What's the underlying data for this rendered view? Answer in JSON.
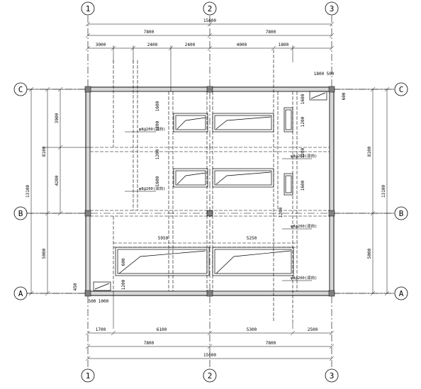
{
  "grid_axes": {
    "vertical": [
      "1",
      "2",
      "3"
    ],
    "horizontal": [
      "C",
      "B",
      "A"
    ]
  },
  "dimensions": {
    "top_total": "15600",
    "top_bays": [
      "7800",
      "7800"
    ],
    "top_segments": [
      "3000",
      "2400",
      "2400",
      "4000",
      "1800"
    ],
    "bottom_total": "15600",
    "bottom_bays": [
      "7800",
      "7800"
    ],
    "bottom_segments": [
      "1700",
      "6100",
      "5300",
      "2500"
    ],
    "left_outer": "13100",
    "left_bays": [
      "8100",
      "5000"
    ],
    "left_inner": [
      "3900",
      "4200"
    ],
    "right_outer": "13100",
    "right_bays": [
      "8100",
      "5000"
    ],
    "top_right_small": [
      "1800",
      "500"
    ],
    "bottom_left_small": [
      "500",
      "1000"
    ],
    "stair_lengths": [
      "5950",
      "5250"
    ],
    "stair_heights": [
      "1600",
      "1200",
      "1200",
      "1600"
    ],
    "misc": [
      "1600",
      "1200",
      "1200",
      "1600",
      "600",
      "450",
      "600",
      "1200",
      "1200"
    ]
  },
  "notes": {
    "beam_a": "φ8@200(双向)",
    "beam_b": "φ8@200(双向)",
    "beam_c": "φ8@200(双向)",
    "beam_d": "φ8@200(双向)",
    "beam_e": "φ8@200(双向)"
  }
}
